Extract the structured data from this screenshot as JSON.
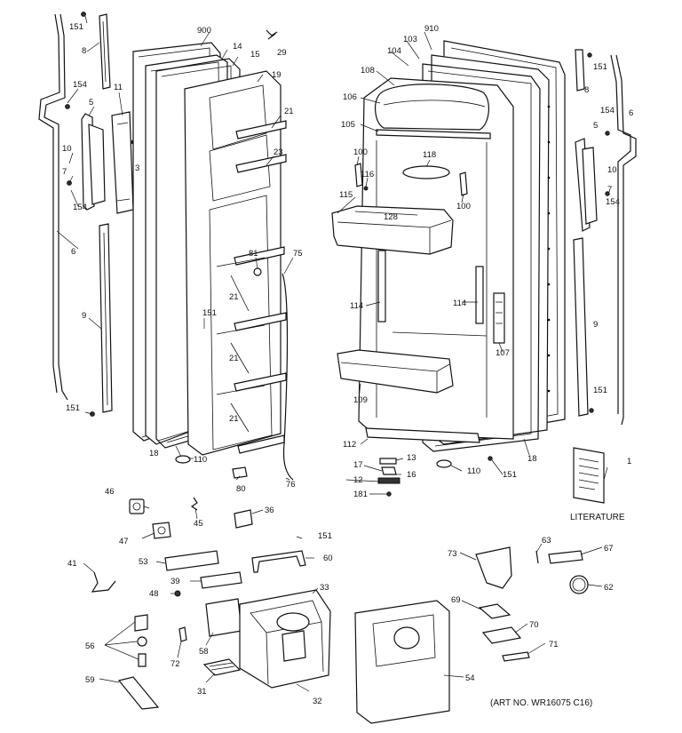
{
  "diagram": {
    "literature_label": "LITERATURE",
    "art_number": "(ART NO. WR16075 C16)",
    "callouts": [
      "151",
      "8",
      "154",
      "11",
      "5",
      "10",
      "3",
      "7",
      "154",
      "6",
      "9",
      "151",
      "900",
      "14",
      "15",
      "29",
      "19",
      "21",
      "23",
      "81",
      "75",
      "151",
      "21",
      "21",
      "21",
      "18",
      "110",
      "80",
      "76",
      "910",
      "103",
      "104",
      "108",
      "106",
      "105",
      "100",
      "116",
      "118",
      "115",
      "128",
      "100",
      "114",
      "114",
      "107",
      "109",
      "112",
      "13",
      "17",
      "16",
      "12",
      "181",
      "110",
      "151",
      "18",
      "8",
      "151",
      "6",
      "5",
      "154",
      "10",
      "7",
      "154",
      "9",
      "151",
      "1",
      "46",
      "45",
      "36",
      "47",
      "151",
      "53",
      "60",
      "41",
      "39",
      "48",
      "33",
      "56",
      "58",
      "72",
      "31",
      "32",
      "59",
      "54",
      "73",
      "63",
      "67",
      "62",
      "69",
      "70",
      "71"
    ]
  }
}
